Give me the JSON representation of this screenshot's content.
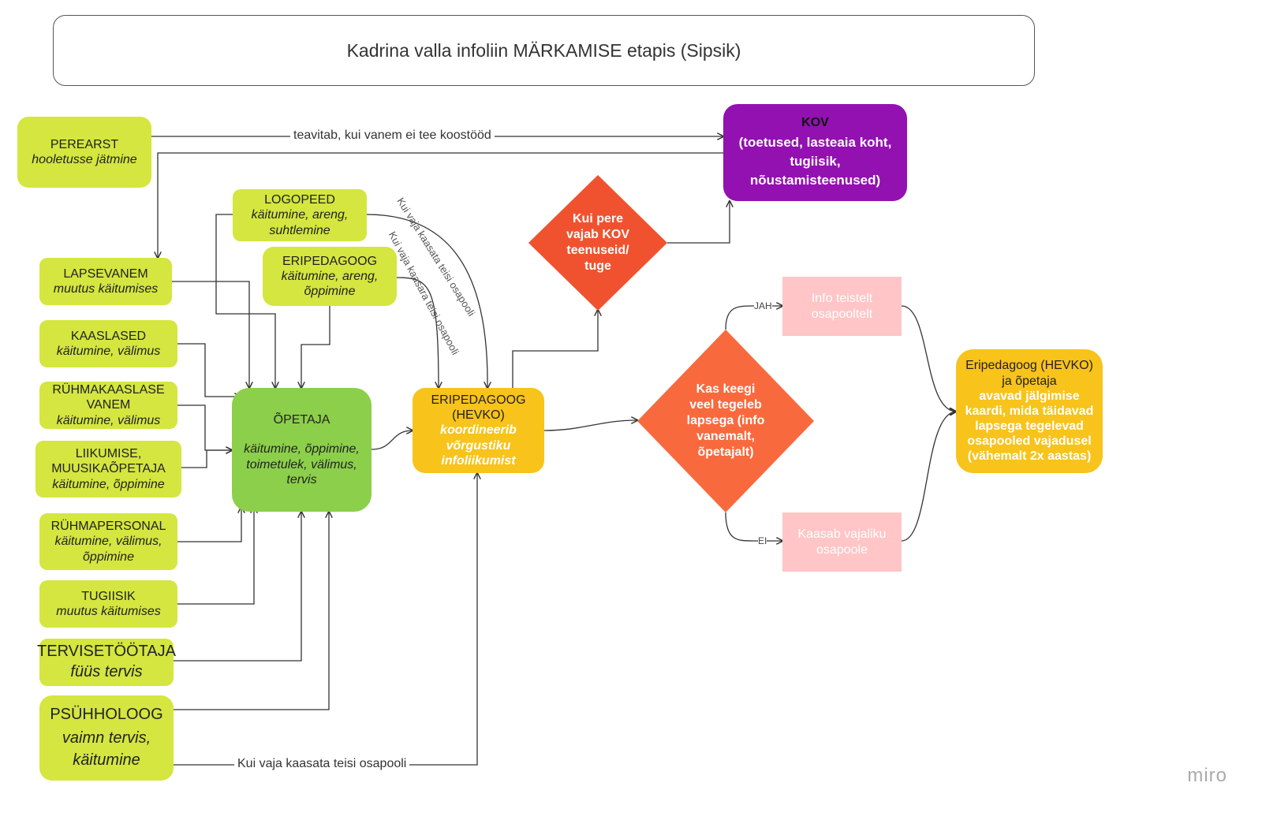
{
  "title": "Kadrina valla infoliin MÄRKAMISE etapis (Sipsik)",
  "nodes": {
    "perearst": {
      "title": "PEREARST",
      "sub": "hooletusse jätmine"
    },
    "logopeed": {
      "title": "LOGOPEED",
      "sub": "käitumine, areng, suhtlemine"
    },
    "eripedagoog": {
      "title": "ERIPEDAGOOG",
      "sub": "käitumine, areng, õppimine"
    },
    "lapsevanem": {
      "title": "LAPSEVANEM",
      "sub": "muutus käitumises"
    },
    "kaaslased": {
      "title": "KAASLASED",
      "sub": "käitumine, välimus"
    },
    "ryhmakaaslase": {
      "title": "RÜHMAKAASLASE VANEM",
      "sub": "käitumine, välimus"
    },
    "liikumise": {
      "title": "LIIKUMISE, MUUSIKAÕPETAJA",
      "sub": "käitumine, õppimine"
    },
    "ryhmapersonal": {
      "title": "RÜHMAPERSONAL",
      "sub": "käitumine, välimus, õppimine"
    },
    "tugiisik": {
      "title": "TUGIISIK",
      "sub": "muutus käitumises"
    },
    "tervis": {
      "title": "TERVISETÖÖTAJA",
      "sub": "füüs tervis"
    },
    "psyhholoog": {
      "title": "PSÜHHOLOOG",
      "sub": "vaimn tervis, käitumine"
    },
    "opetaja": {
      "title": "ÕPETAJA",
      "sub": "käitumine, õppimine, toimetulek, välimus, tervis"
    },
    "hevko": {
      "title": "ERIPEDAGOOG (HEVKO)",
      "sub": "koordineerib võrgustiku infoliikumist"
    },
    "kov": {
      "title": "KOV",
      "sub": "(toetused, lasteaia koht, tugiisik, nõustamisteenused)"
    },
    "decision_kov": "Kui pere vajab KOV teenuseid/ tuge",
    "decision_keegi": "Kas keegi veel tegeleb lapsega (info vanemalt, õpetajalt)",
    "info": "Info teistelt osapooltelt",
    "kaasab": "Kaasab vajaliku osapoole",
    "final": {
      "title": "Eripedagoog (HEVKO) ja õpetaja",
      "sub": "avavad jälgimise kaardi, mida täidavad lapsega tegelevad osapooled vajadusel (vähemalt 2x aastas)"
    }
  },
  "edge_labels": {
    "teavitab": "teavitab, kui vanem ei tee koostööd",
    "kaasata_1": "Kui vaja kaasata teisi osapooli",
    "kaasata_2": "Kui vaja kaasara teisi osapooli",
    "kaasata_3": "Kui vaja kaasata teisi osapooli",
    "jah": "JAH",
    "ei": "EI"
  },
  "brand": "miro",
  "colors": {
    "lime": "#d4e63f",
    "green": "#8ccf4a",
    "yellow": "#f8c31a",
    "purple": "#9211b0",
    "diamond_red": "#f0522f",
    "diamond_orange": "#f86a3e",
    "pink": "#ffc5c7"
  }
}
